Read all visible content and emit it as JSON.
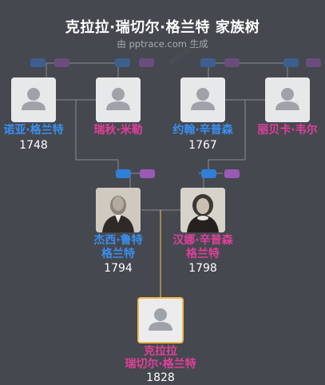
{
  "header": {
    "title": "克拉拉·瑞切尔·格兰特 家族树",
    "subtitle": "由 pptrace.com 生成",
    "watermark": "pptrace"
  },
  "people": {
    "noah": {
      "name": "诺亚·格兰特",
      "year": "1748",
      "gender": "male"
    },
    "rachel": {
      "name": "瑞秋·米勒",
      "year": "",
      "gender": "female"
    },
    "john": {
      "name": "约翰·辛普森",
      "year": "1767",
      "gender": "male"
    },
    "rebecca": {
      "name": "丽贝卡·韦尔",
      "year": "",
      "gender": "female"
    },
    "jesse": {
      "name_line1": "杰西·鲁特",
      "name_line2": "格兰特",
      "year": "1794",
      "gender": "male"
    },
    "hannah": {
      "name_line1": "汉娜·辛普森",
      "name_line2": "格兰特",
      "year": "1798",
      "gender": "female"
    },
    "clara": {
      "name_line1": "克拉拉",
      "name_line2": "瑞切尔·格兰特",
      "year": "1828",
      "gender": "female"
    }
  },
  "colors": {
    "background": "#45484f",
    "male": "#3a8ff0",
    "female": "#e0409a",
    "link": "#8a8d93",
    "self_link": "#e9b44c",
    "self_border": "#f2b84b"
  }
}
